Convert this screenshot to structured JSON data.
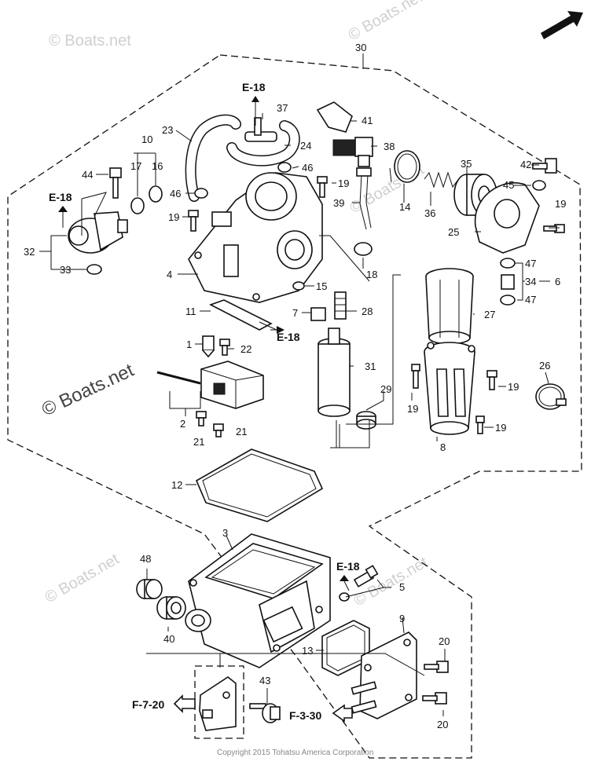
{
  "orientation": "FR.",
  "watermark": "© Boats.net",
  "watermark_bold": "© Boats.net",
  "copyright": "Copyright 2015 Tohatsu America Corporation",
  "refs": {
    "e18": "E-18",
    "f720": "F-7-20",
    "f330": "F-3-30"
  },
  "callouts": [
    "1",
    "2",
    "3",
    "4",
    "5",
    "6",
    "7",
    "8",
    "9",
    "10",
    "11",
    "12",
    "13",
    "14",
    "15",
    "16",
    "17",
    "18",
    "19",
    "20",
    "21",
    "22",
    "23",
    "24",
    "25",
    "26",
    "27",
    "28",
    "29",
    "30",
    "31",
    "32",
    "33",
    "34",
    "35",
    "36",
    "37",
    "38",
    "39",
    "40",
    "41",
    "42",
    "43",
    "44",
    "45",
    "46",
    "47",
    "48"
  ]
}
